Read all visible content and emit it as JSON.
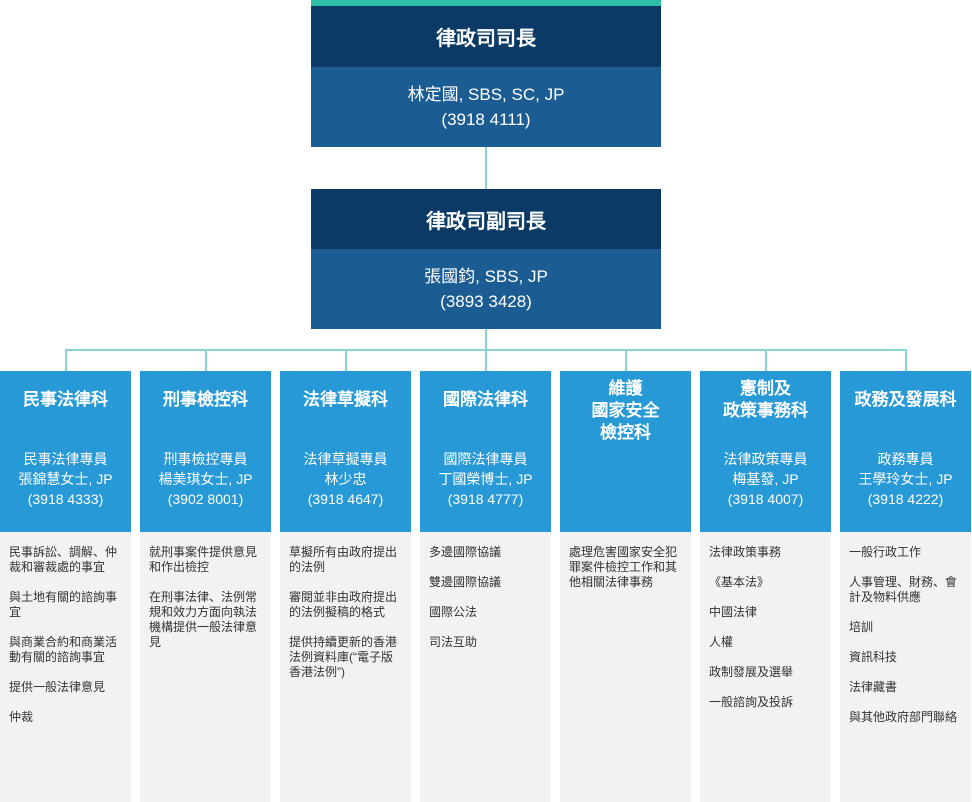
{
  "colors": {
    "top_accent": "#2fbfa7",
    "executive_header": "#0b3a66",
    "executive_body": "#1b5d93",
    "division_header": "#2799d6",
    "division_body": "#f2f2f2",
    "connector": "#8ad2d0",
    "duty_text": "#333333"
  },
  "secretary": {
    "title": "律政司司長",
    "name": "林定國, SBS, SC, JP",
    "phone": "(3918 4111)"
  },
  "deputy_secretary": {
    "title": "律政司副司長",
    "name": "張國鈞, SBS, JP",
    "phone": "(3893 3428)"
  },
  "divisions": [
    {
      "title_lines": [
        "民事法律科"
      ],
      "officer_post": "民事法律專員",
      "officer_name": "張錦慧女士, JP",
      "officer_phone": "(3918 4333)",
      "duties": [
        "民事訴訟、調解、仲裁和審裁處的事宜",
        "與土地有關的諮詢事宜",
        "與商業合約和商業活動有關的諮詢事宜",
        "提供一般法律意見",
        "仲裁"
      ]
    },
    {
      "title_lines": [
        "刑事檢控科"
      ],
      "officer_post": "刑事檢控專員",
      "officer_name": "楊美琪女士, JP",
      "officer_phone": "(3902 8001)",
      "duties": [
        "就刑事案件提供意見和作出檢控",
        "在刑事法律、法例常規和效力方面向執法機構提供一般法律意見"
      ]
    },
    {
      "title_lines": [
        "法律草擬科"
      ],
      "officer_post": "法律草擬專員",
      "officer_name": "林少忠",
      "officer_phone": "(3918 4647)",
      "duties": [
        "草擬所有由政府提出的法例",
        "審閱並非由政府提出的法例擬稿的格式",
        "提供持續更新的香港法例資料庫(“電子版香港法例”)"
      ]
    },
    {
      "title_lines": [
        "國際法律科"
      ],
      "officer_post": "國際法律專員",
      "officer_name": "丁國榮博士, JP",
      "officer_phone": "(3918 4777)",
      "duties": [
        "多邊國際協議",
        "雙邊國際協議",
        "國際公法",
        "司法互助"
      ]
    },
    {
      "title_lines": [
        "維護",
        "國家安全",
        "檢控科"
      ],
      "duties": [
        "處理危害國家安全犯罪案件檢控工作和其他相關法律事務"
      ]
    },
    {
      "title_lines": [
        "憲制及",
        "政策事務科"
      ],
      "officer_post": "法律政策專員",
      "officer_name": "梅基發, JP",
      "officer_phone": "(3918 4007)",
      "duties": [
        "法律政策事務",
        "《基本法》",
        "中國法律",
        "人權",
        "政制發展及選舉",
        "一般諮詢及投訴"
      ]
    },
    {
      "title_lines": [
        "政務及發展科"
      ],
      "officer_post": "政務專員",
      "officer_name": "王學玲女士, JP",
      "officer_phone": "(3918 4222)",
      "duties": [
        "一般行政工作",
        "人事管理、財務、會計及物料供應",
        "培訓",
        "資訊科技",
        "法律藏書",
        "與其他政府部門聯絡"
      ]
    }
  ]
}
